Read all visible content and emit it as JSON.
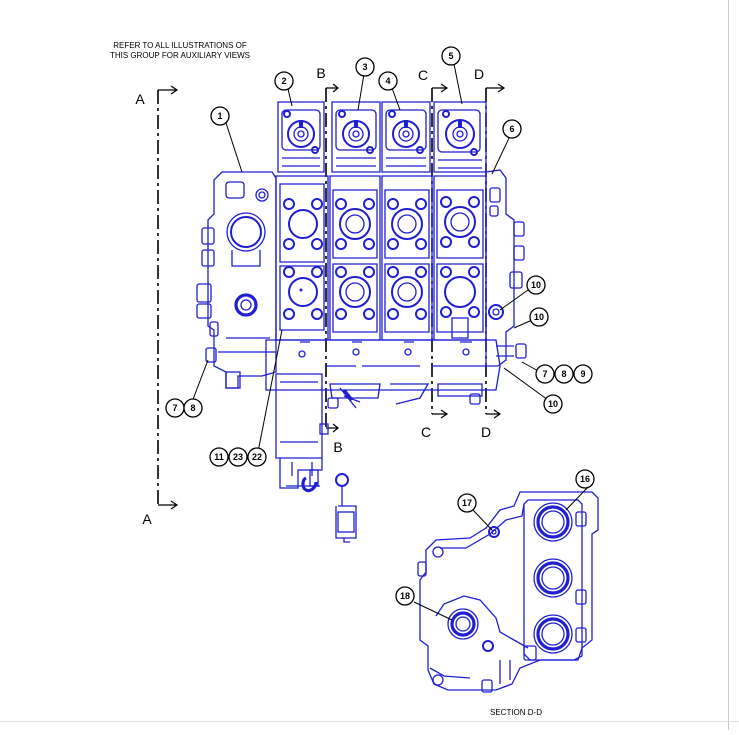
{
  "note": {
    "line1": "REFER TO ALL ILLUSTRATIONS OF",
    "line2": "THIS GROUP FOR AUXILIARY VIEWS"
  },
  "sections": {
    "a": "A",
    "b": "B",
    "c": "C",
    "d": "D"
  },
  "section_view": {
    "title": "SECTION D-D"
  },
  "callouts": {
    "c1": "1",
    "c2": "2",
    "c3": "3",
    "c4": "4",
    "c5": "5",
    "c6": "6",
    "c7": "7",
    "c8": "8",
    "c9": "9",
    "c10": "10",
    "c11": "11",
    "c16": "16",
    "c17": "17",
    "c18": "18",
    "c22": "22",
    "c23": "23"
  },
  "colors": {
    "linework": "#1f1fd2",
    "annotation": "#000000",
    "background": "#ffffff"
  }
}
